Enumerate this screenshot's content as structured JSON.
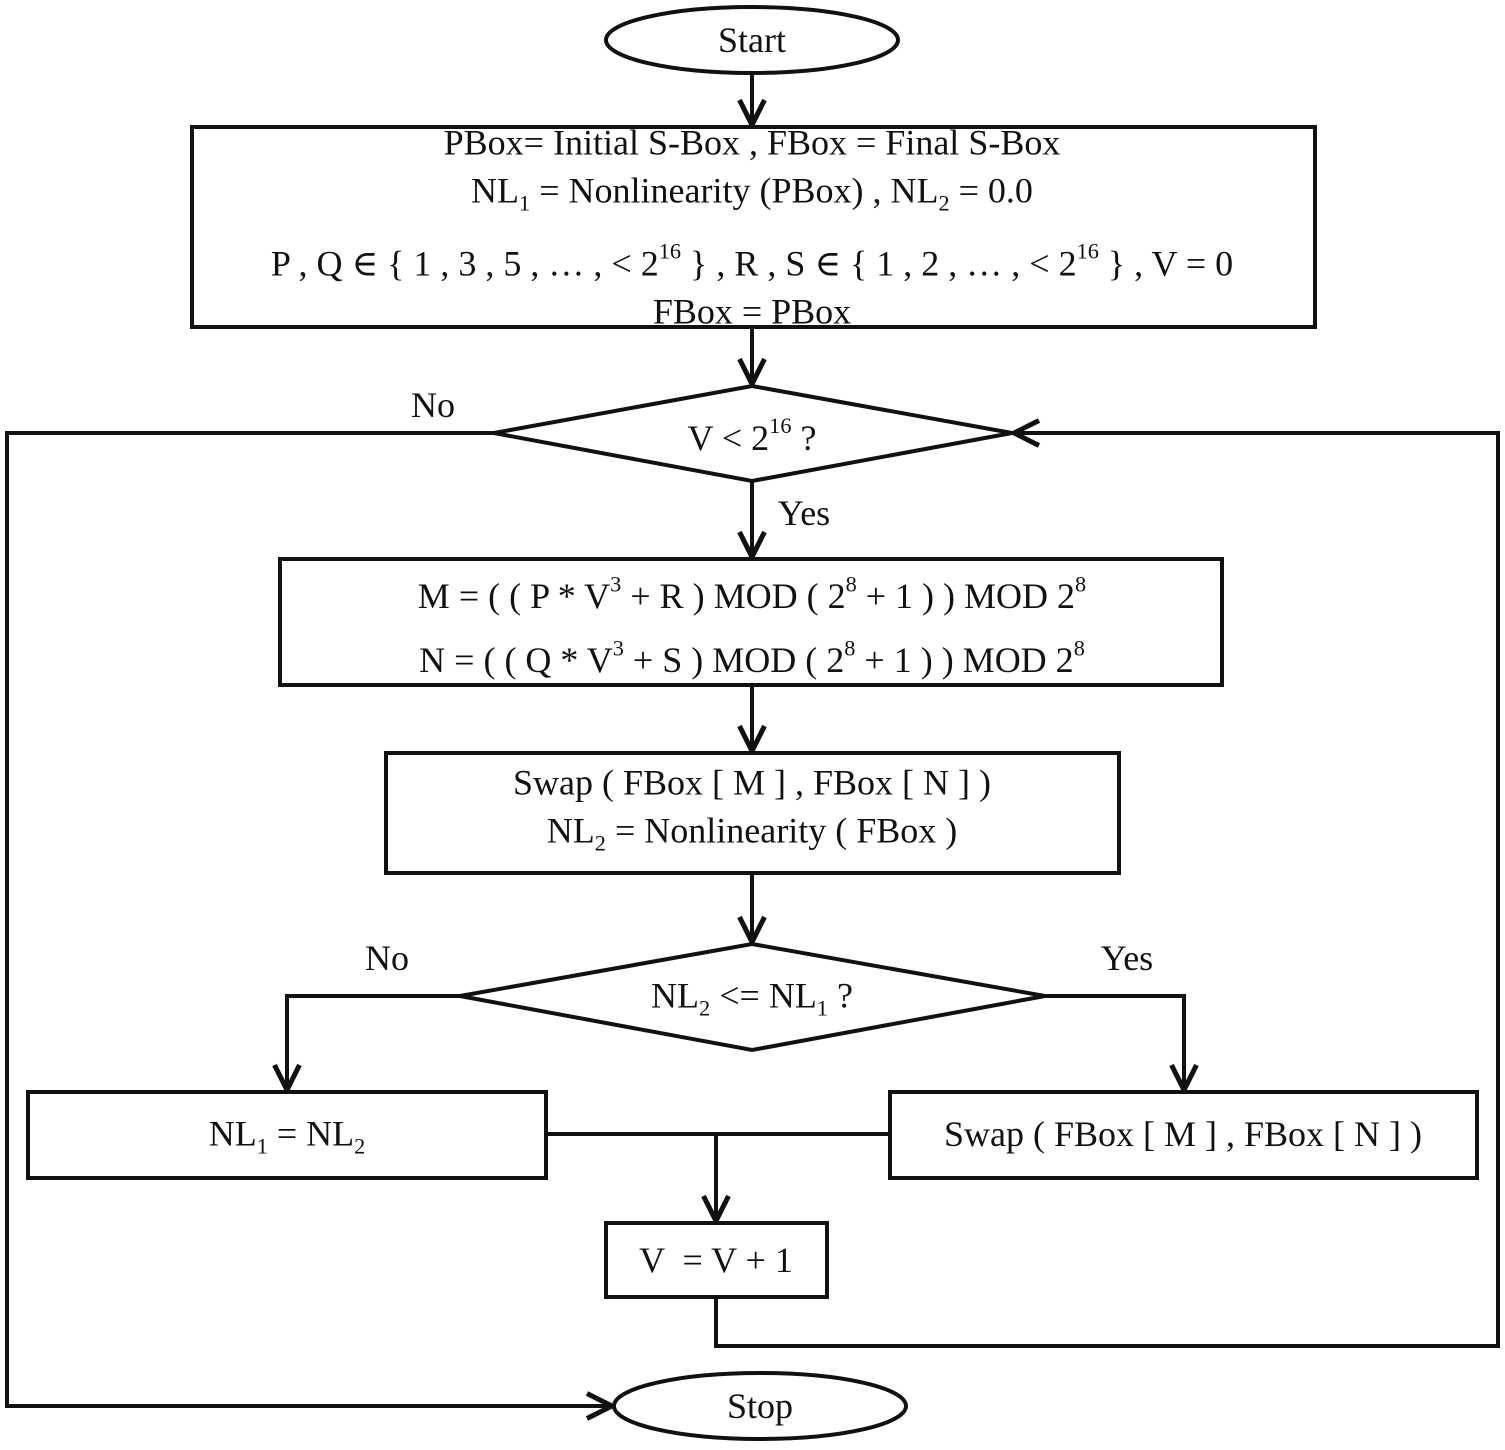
{
  "nodes": {
    "start": {
      "text": "Start"
    },
    "init": {
      "line1": "PBox= Initial S-Box , FBox = Final S-Box",
      "line2": {
        "a": "NL",
        "a_sub": "1",
        "b": " = Nonlinearity (PBox) , NL",
        "b_sub": "2",
        "c": " = 0.0"
      },
      "line3": {
        "a": "P , Q ∈ { 1 , 3 , 5 , … , < 2",
        "a_sup": "16",
        "b": " } , R , S ∈ { 1 , 2 , … , < 2",
        "b_sup": "16",
        "c": " } , V = 0"
      },
      "line4": "FBox = PBox"
    },
    "cond1": {
      "a": "V < 2",
      "sup": "16",
      "b": " ?"
    },
    "calc": {
      "line1": {
        "a": "M = ( ( P * V",
        "sup1": "3",
        "b": " + R ) MOD ( 2",
        "sup2": "8",
        "c": " + 1 ) ) MOD 2",
        "sup3": "8"
      },
      "line2": {
        "a": "N = ( ( Q * V",
        "sup1": "3",
        "b": " + S ) MOD ( 2",
        "sup2": "8",
        "c": " + 1 ) ) MOD 2",
        "sup3": "8"
      }
    },
    "swap1": {
      "line1": "Swap ( FBox [ M ] , FBox [ N ] )",
      "line2": {
        "a": "NL",
        "sub": "2",
        "b": " = Nonlinearity ( FBox )"
      }
    },
    "cond2": {
      "a": "NL",
      "sub1": "2",
      "b": " <= NL",
      "sub2": "1",
      "c": " ?"
    },
    "assign": {
      "a": "NL",
      "sub1": "1",
      "b": " = NL",
      "sub2": "2"
    },
    "swap2": {
      "text": "Swap ( FBox [ M ] , FBox [ N ] )"
    },
    "inc": {
      "text": "V  = V + 1"
    },
    "stop": {
      "text": "Stop"
    }
  },
  "edge_labels": {
    "cond1_no": "No",
    "cond1_yes": "Yes",
    "cond2_no": "No",
    "cond2_yes": "Yes"
  },
  "colors": {
    "stroke": "#111111",
    "background": "#ffffff"
  }
}
